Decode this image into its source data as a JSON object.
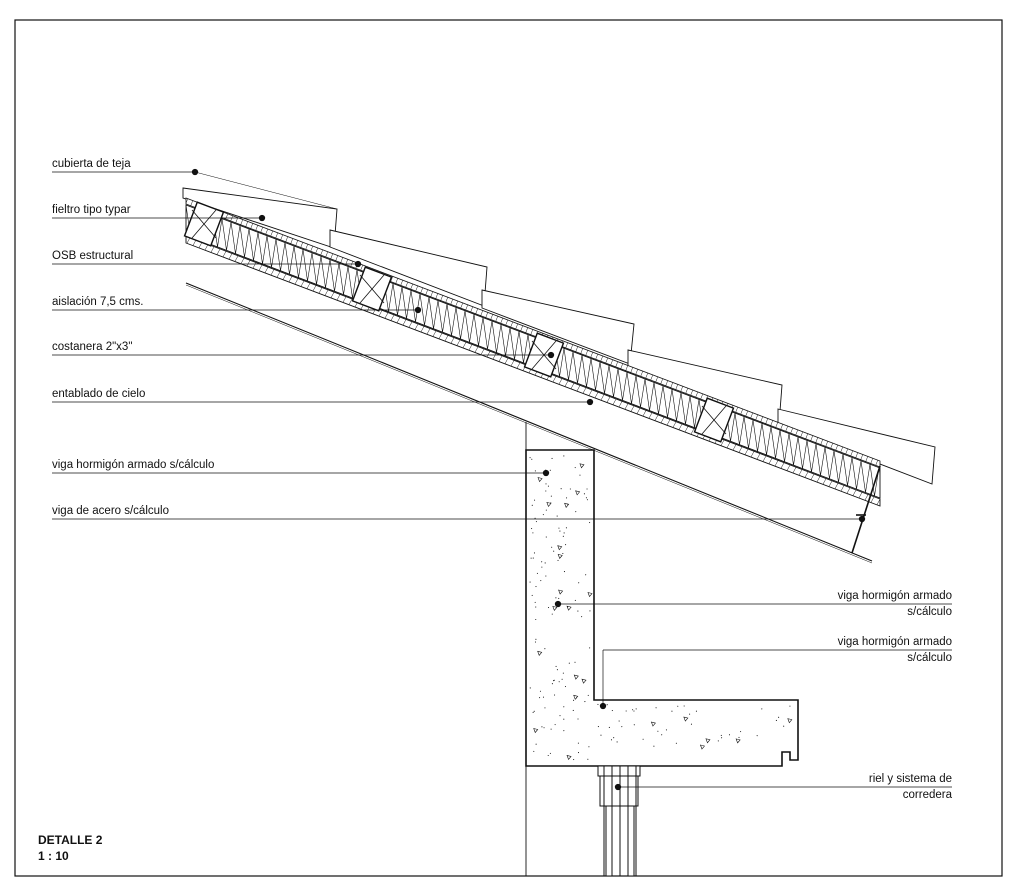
{
  "labels": {
    "cubierta": "cubierta de teja",
    "fieltro": "fieltro tipo typar",
    "osb": "OSB estructural",
    "aislacion": "aislación 7,5 cms.",
    "costanera": "costanera 2\"x3\"",
    "entablado": "entablado de cielo",
    "viga_hormigon_1": "viga hormigón armado s/cálculo",
    "viga_acero": "viga de acero s/cálculo",
    "viga_hormigon_2_line1": "viga hormigón armado",
    "viga_hormigon_2_line2": "s/cálculo",
    "viga_hormigon_3_line1": "viga hormigón armado",
    "viga_hormigon_3_line2": "s/cálculo",
    "riel_line1": "riel y sistema de",
    "riel_line2": "corredera"
  },
  "title_block": {
    "title": "DETALLE 2",
    "scale": "1 : 10"
  },
  "colors": {
    "line": "#111111",
    "background": "#ffffff"
  }
}
